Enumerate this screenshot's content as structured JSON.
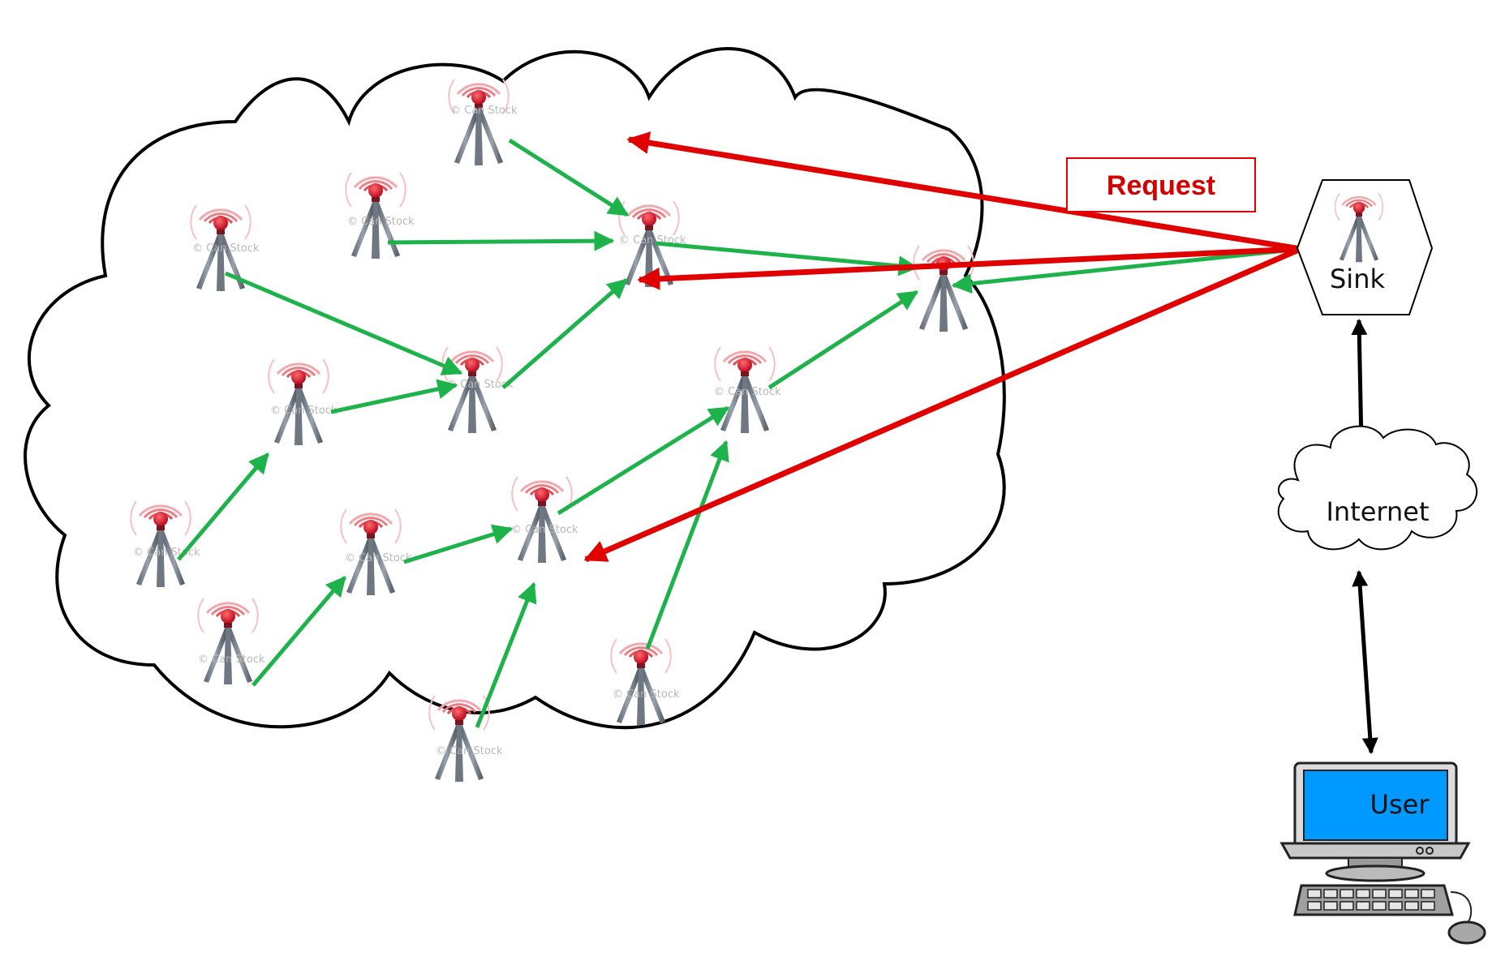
{
  "labels": {
    "request": "Request",
    "sink": "Sink",
    "internet": "Internet",
    "user": "User"
  },
  "watermark": "© Can Stock",
  "colors": {
    "data_flow": "#1db34a",
    "request_flow": "#e00000",
    "outline": "#000000",
    "screen": "#0099ff",
    "node_red": "#d9132a"
  },
  "icons": {
    "sensor_node": "radio-tower-icon",
    "sink": "sink-hexagon-icon",
    "internet": "cloud-icon",
    "user": "desktop-computer-icon"
  }
}
